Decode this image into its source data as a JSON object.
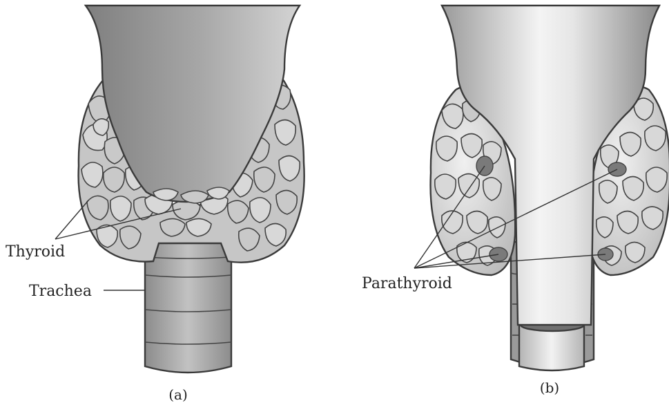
{
  "diagram": {
    "labels": {
      "thyroid": "Thyroid",
      "trachea": "Trachea",
      "parathyroid": "Parathyroid",
      "panel_a": "(a)",
      "panel_b": "(b)"
    },
    "colors": {
      "gland_fill": "#c9c9c9",
      "gland_light": "#dcdcdc",
      "larynx_dark": "#8e8e8e",
      "parathyroid_spot": "#7a7a7a",
      "outline": "#3a3a3a"
    }
  }
}
